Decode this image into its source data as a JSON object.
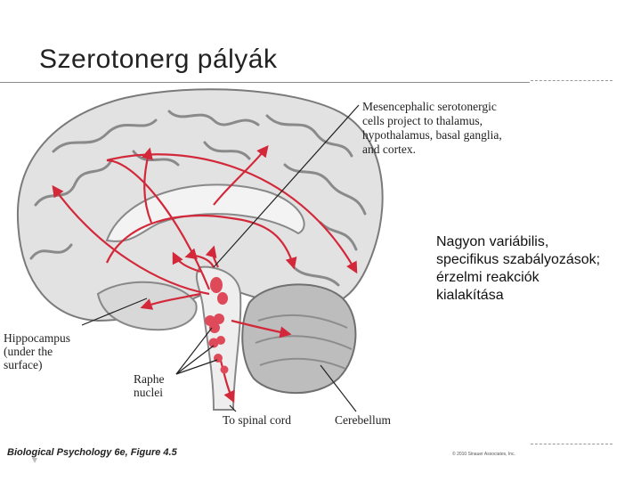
{
  "slide": {
    "title": "Szerotonerg pályák",
    "note_lines": [
      "Nagyon variábilis,",
      "specifikus szabályozások;",
      "érzelmi reakciók",
      "kialakítása"
    ]
  },
  "figure": {
    "callout_lines": [
      "Mesencephalic serotonergic",
      "cells project to thalamus,",
      "hypothalamus, basal ganglia,",
      "and cortex."
    ],
    "hippocampus_lines": [
      "Hippocampus",
      "(under the",
      "surface)"
    ],
    "raphe_lines": [
      "Raphe",
      "nuclei"
    ],
    "spinal_label": "To spinal cord",
    "cerebellum_label": "Cerebellum",
    "caption": "Biological Psychology 6e, Figure 4.5",
    "copyright": "© 2010 Sinauer Associates, Inc.",
    "colors": {
      "pathway": "#d2283a",
      "nucleus": "#de4a5a",
      "brain": "#e2e2e2",
      "sulcus": "#8a8a8a"
    }
  }
}
